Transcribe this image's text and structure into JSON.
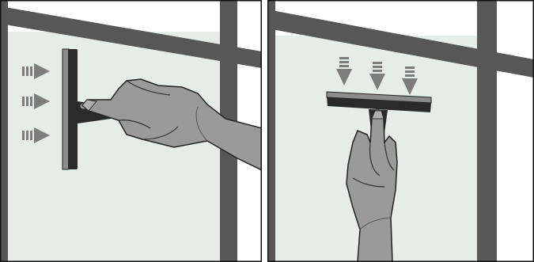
{
  "figure": {
    "panels": [
      {
        "id": "left",
        "motion": "left-to-right",
        "arrow_count": 3,
        "arrow_direction": "right",
        "squeegee_orientation": "vertical"
      },
      {
        "id": "right",
        "motion": "top-to-bottom",
        "arrow_count": 3,
        "arrow_direction": "down",
        "squeegee_orientation": "horizontal"
      }
    ],
    "colors": {
      "glass": "#e4ede8",
      "frame": "#575757",
      "border": "#111111",
      "squeegee_blade": "#2a2a2a",
      "squeegee_strip": "#8c8c8c",
      "hand": "#9a9a9a",
      "hand_shadow": "#7a7a7a",
      "arrow": "#7d7d7d"
    },
    "icons": [
      "arrow-right-icon",
      "arrow-down-icon",
      "squeegee-icon",
      "hand-icon"
    ]
  }
}
